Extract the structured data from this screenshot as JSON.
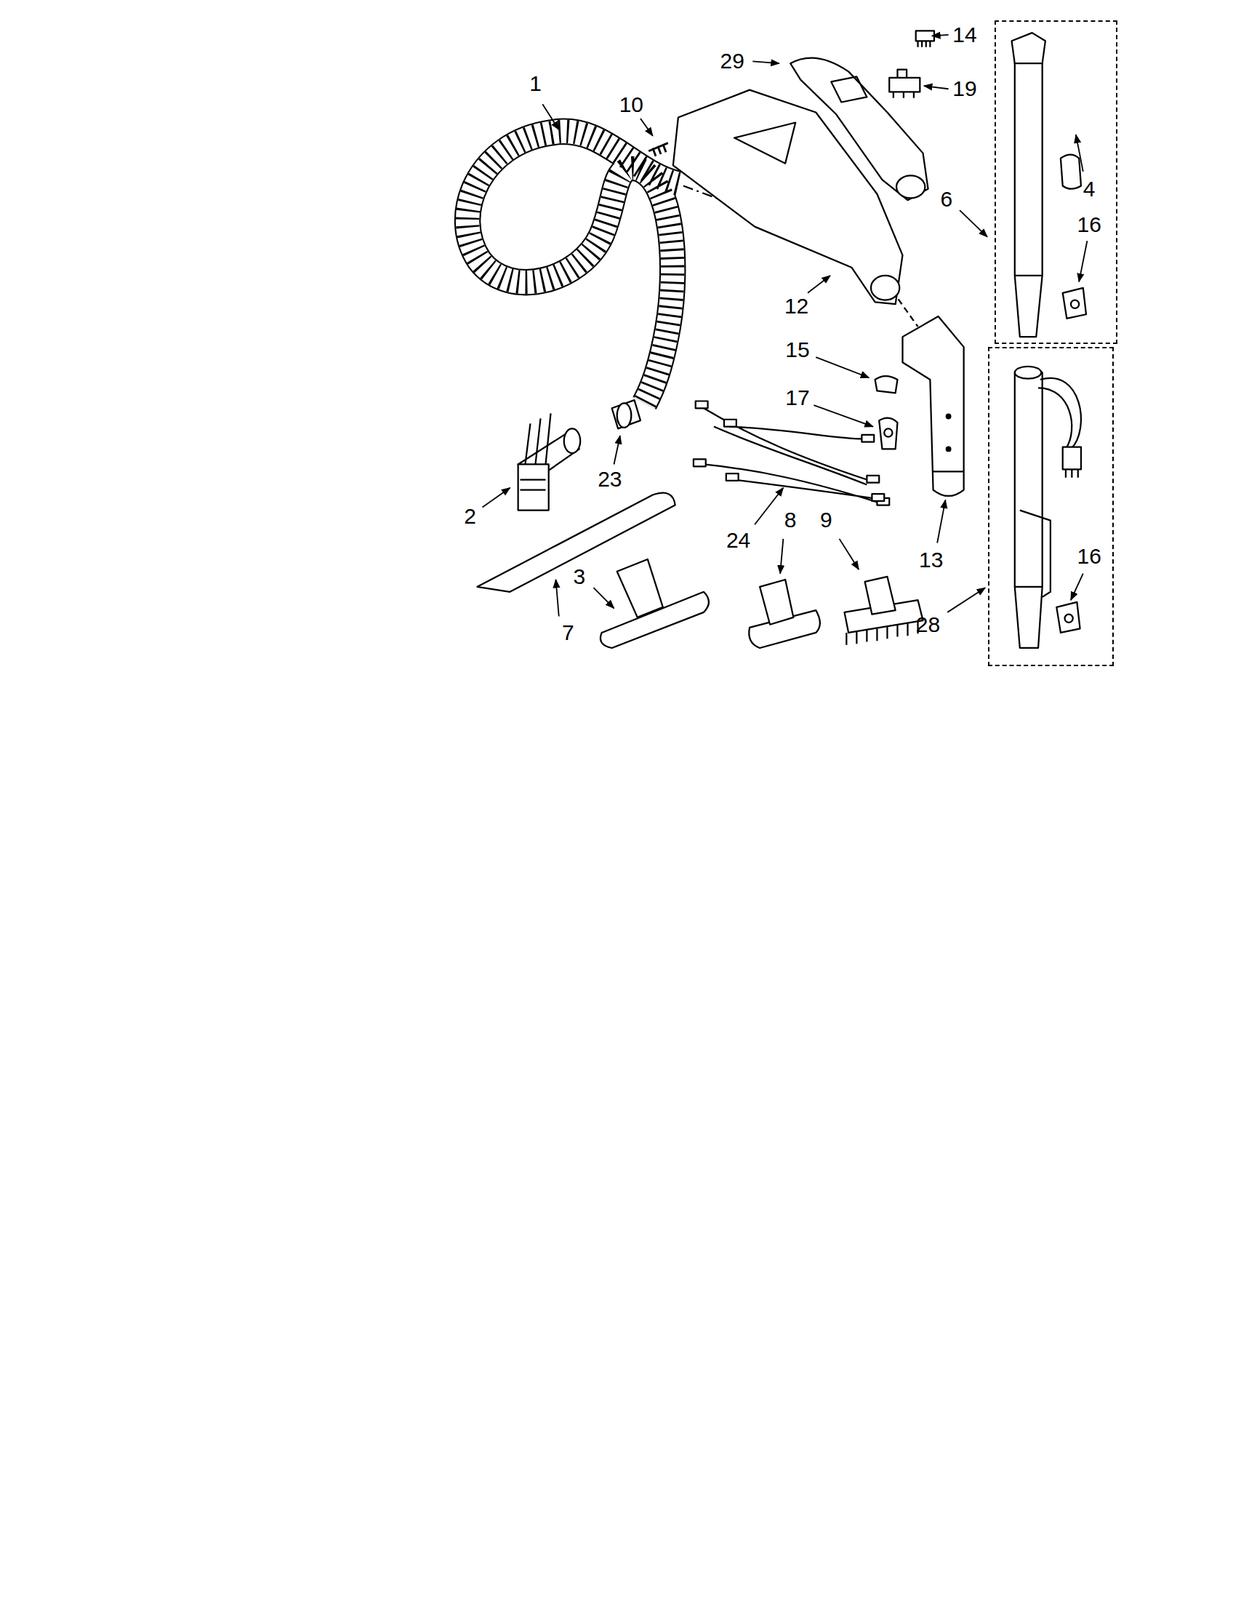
{
  "diagram": {
    "nodes": [
      {
        "text": [
          "4",
          "16"
        ]
      },
      {
        "text": [
          "16"
        ]
      }
    ],
    "labels": [
      "1",
      "10",
      "29",
      "14",
      "19",
      "6",
      "12",
      "15",
      "17",
      "2",
      "23",
      "24",
      "8",
      "9",
      "13",
      "28",
      "3",
      "7"
    ]
  }
}
